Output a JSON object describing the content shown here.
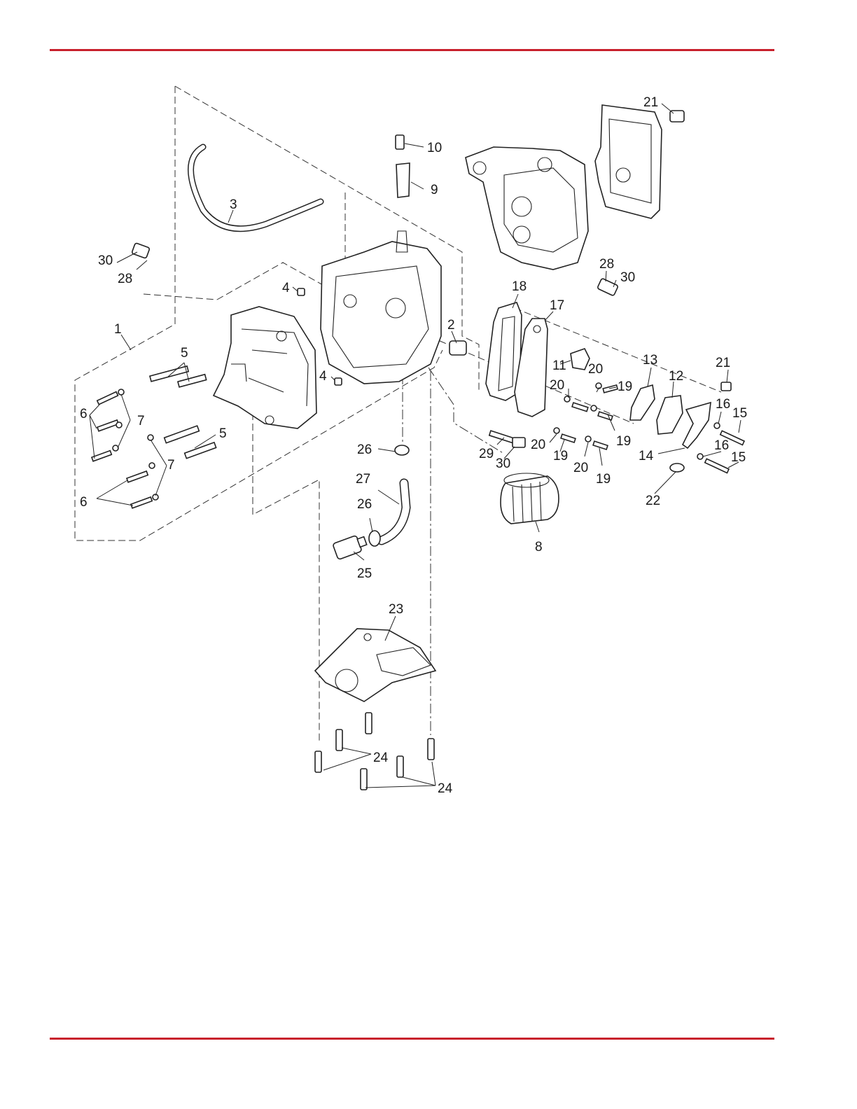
{
  "colors": {
    "accent_rule": "#c8202c",
    "line": "#222222"
  },
  "callouts": {
    "c1": "1",
    "c2": "2",
    "c3": "3",
    "c4a": "4",
    "c4b": "4",
    "c5a": "5",
    "c5b": "5",
    "c6a": "6",
    "c6b": "6",
    "c7a": "7",
    "c7b": "7",
    "c8": "8",
    "c9": "9",
    "c10": "10",
    "c11": "11",
    "c12": "12",
    "c13": "13",
    "c14": "14",
    "c15a": "15",
    "c15b": "15",
    "c16a": "16",
    "c16b": "16",
    "c17": "17",
    "c18": "18",
    "c19a": "19",
    "c19b": "19",
    "c19c": "19",
    "c19d": "19",
    "c20a": "20",
    "c20b": "20",
    "c20c": "20",
    "c20d": "20",
    "c21a": "21",
    "c21b": "21",
    "c22": "22",
    "c23": "23",
    "c24a": "24",
    "c24b": "24",
    "c25": "25",
    "c26a": "26",
    "c26b": "26",
    "c27": "27",
    "c28a": "28",
    "c28b": "28",
    "c29": "29",
    "c30a": "30",
    "c30b": "30",
    "c30c": "30"
  }
}
